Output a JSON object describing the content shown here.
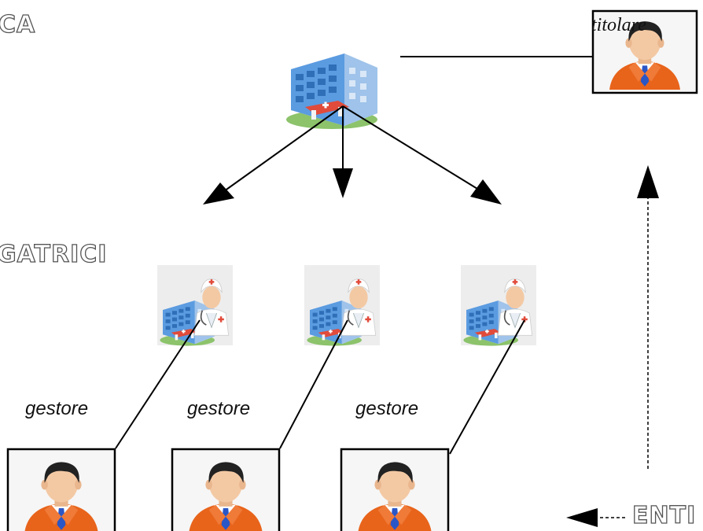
{
  "labels": {
    "top_left": "CA",
    "middle_left": "GATRICI",
    "bottom_right": "ENTI",
    "titolare": "titolare",
    "gestore": [
      "gestore",
      "gestore",
      "gestore"
    ]
  },
  "icons": {
    "hospital": "hospital-building-icon",
    "hospital_doctor": "hospital-doctor-icon",
    "person": "person-avatar-icon"
  },
  "colors": {
    "line": "#000000",
    "building_blue": "#4a90d9",
    "person_orange": "#e8641b",
    "tie_blue": "#2a56c6"
  }
}
